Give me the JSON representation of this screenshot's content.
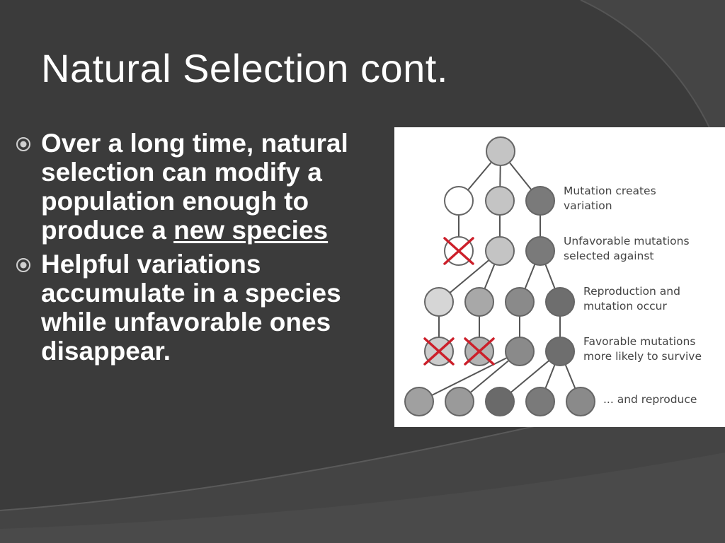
{
  "slide": {
    "title": "Natural Selection cont.",
    "bullets": [
      {
        "text": "Over a long time, natural selection can modify a population enough to produce a ",
        "link_text": "new species"
      },
      {
        "text": "Helpful variations accumulate in a species while unfavorable ones disappear."
      }
    ]
  },
  "diagram": {
    "labels": [
      "Mutation creates variation",
      "Unfavorable mutations selected against",
      "Reproduction and mutation occur",
      "Favorable mutations more likely to survive",
      "... and reproduce"
    ]
  },
  "colors": {
    "background": "#3b3b3b",
    "text": "#ffffff",
    "cross": "#cc1f2a",
    "node_light": "#bdbdbd",
    "node_dark": "#767676"
  }
}
